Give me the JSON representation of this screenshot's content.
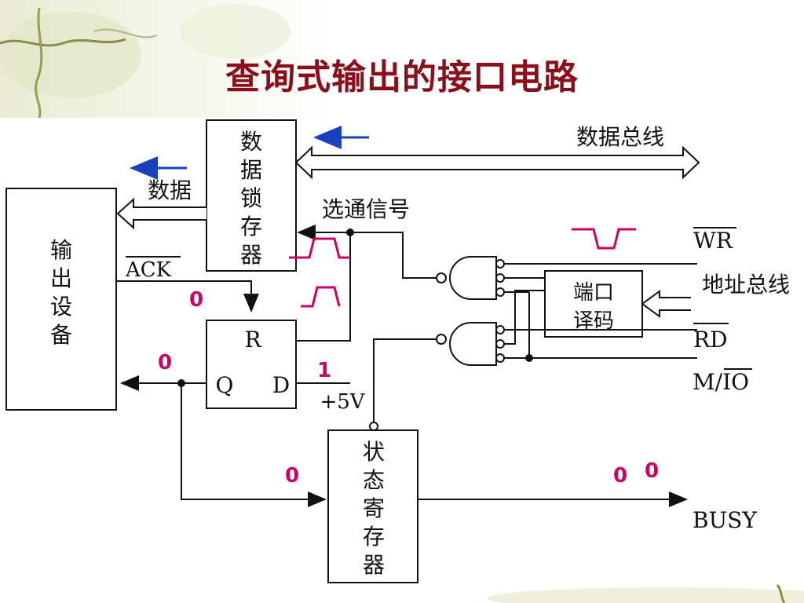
{
  "title": "查询式输出的接口电路",
  "blocks": {
    "data_latch": "数据锁存器",
    "output_device": "输出设备",
    "port_decoder": "端口译码",
    "status_register": "状态寄存器",
    "flipflop_r": "R",
    "flipflop_q": "Q",
    "flipflop_d": "D"
  },
  "labels": {
    "data_bus": "数据总线",
    "data": "数据",
    "strobe": "选通信号",
    "ack": "ACK",
    "wr": "WR",
    "address_bus": "地址总线",
    "rd": "RD",
    "mio_m": "M/",
    "mio_io": "IO",
    "plus5v": "+5V",
    "busy": "BUSY"
  },
  "signal_values": {
    "r_input": "0",
    "q_output": "0",
    "d_input": "1",
    "status_input": "0",
    "busy_a": "0",
    "busy_b": "0"
  },
  "colors": {
    "title": "#8b0f1a",
    "arrow_blue": "#1a3fbf",
    "pulse": "#cc0066",
    "line": "#111111"
  }
}
